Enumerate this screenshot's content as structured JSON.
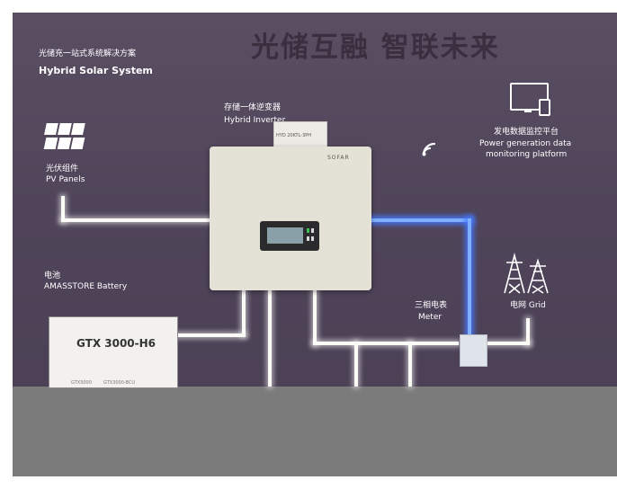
{
  "scene": {
    "headline": "光储互融  智联未来",
    "title_cn": "光储充一站式系统解决方案",
    "title_en": "Hybrid Solar System",
    "inverter_cn": "存储一体逆变器",
    "inverter_en": "Hybrid Inverter",
    "inverter_tag": "HYD 20KTL-3PH",
    "inverter_brand": "SOFAR",
    "platform_cn": "发电数据监控平台",
    "platform_en_line1": "Power generation data",
    "platform_en_line2": "monitoring platform",
    "pv_cn": "光伏组件",
    "pv_en": "PV Panels",
    "battery_cn": "电池",
    "battery_en": "AMASSTORE Battery",
    "battery_model": "GTX 3000-H6",
    "battery_module_a": "GTX3000",
    "battery_module_b": "GTX3000-BCU",
    "meter_cn": "三相电表",
    "meter_en": "Meter",
    "grid_cn": "电网 Grid"
  },
  "icons": [
    "solar-panel-icon",
    "wifi-icon",
    "monitor-icon",
    "phone-icon",
    "power-tower-icon"
  ],
  "colors": {
    "wall": "#4f4459",
    "light": "#fbfbf6",
    "blue_light": "#4f7dff",
    "floor": "#7b7b7b"
  }
}
